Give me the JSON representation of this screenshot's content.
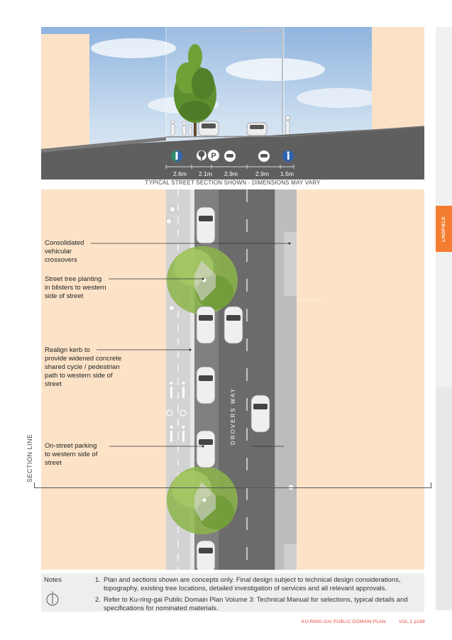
{
  "section": {
    "caption": "TYPICAL STREET SECTION SHOWN - DIMENSIONS MAY VARY",
    "dimensions": [
      "2.6m",
      "2.1m",
      "2.9m",
      "2.9m",
      "1.5m"
    ],
    "parking_symbol": "P"
  },
  "plan": {
    "street_name": "DROVERS WAY",
    "section_line_label": "SECTION LINE",
    "callouts": [
      {
        "lines": [
          "Consolidated",
          "vehicular",
          "crossovers"
        ]
      },
      {
        "lines": [
          "Street tree planting",
          "in blisters to western",
          "side of street"
        ]
      },
      {
        "lines": [
          "Realign kerb to",
          "provide widened concrete",
          "shared cycle / pedestrian",
          "path to western side of",
          "street"
        ]
      },
      {
        "lines": [
          "On-street parking",
          "to western side of",
          "street"
        ]
      }
    ]
  },
  "side_tab": "LINDFIELD",
  "notes": {
    "label": "Notes",
    "items": [
      {
        "num": "1.",
        "lines": [
          "Plan and sections shown are concepts only. Final design subject to technical design considerations,",
          "topography, existing tree locations, detailed investigation of services and all relevant approvals."
        ]
      },
      {
        "num": "2.",
        "lines": [
          "Refer to Ku-ring-gai Public Domain Plan Volume 3: Technical Manual for selections, typical details and",
          "specifications for nominated materials."
        ]
      }
    ]
  },
  "north_arrow": "N",
  "footer": {
    "left": "KU-RING-GAI PUBLIC DOMAIN PLAN",
    "right": "VOL.2 p199"
  },
  "colors": {
    "peach": "#fbe2c6",
    "accent": "#f47d30",
    "road": "#6b6b6b",
    "path": "#cfcfcf"
  }
}
